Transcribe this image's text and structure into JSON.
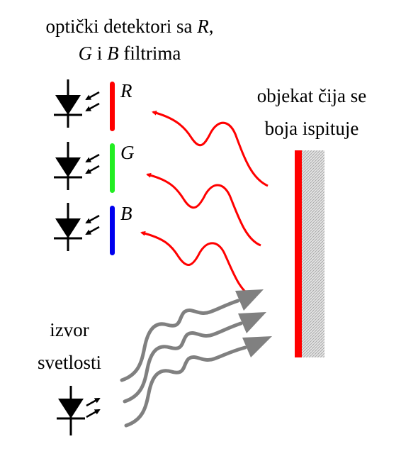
{
  "title": {
    "line1_text": "optički detektori sa ",
    "line1_letter": "R",
    "line1_comma": ",",
    "line2_letter_g": "G",
    "line2_mid": " i ",
    "line2_letter_b": "B",
    "line2_end": " filtrima"
  },
  "detectors": [
    {
      "letter": "R",
      "filter_color": "#ff0000"
    },
    {
      "letter": "G",
      "filter_color": "#22ee22"
    },
    {
      "letter": "B",
      "filter_color": "#0000ee"
    }
  ],
  "object_label": {
    "line1": "objekat čija se",
    "line2": "boja ispituje"
  },
  "source_label": {
    "line1": "izvor",
    "line2": "svetlosti"
  },
  "colors": {
    "reflected_light": "#ff0000",
    "incident_light": "#808080",
    "object_surface": "#ff0000",
    "object_body": "#d0d0d0",
    "component": "#000000"
  },
  "icons": [
    "photodiode-icon",
    "led-icon"
  ]
}
